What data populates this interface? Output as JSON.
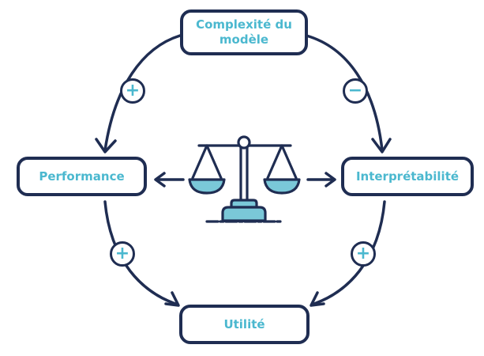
{
  "colors": {
    "stroke": "#1f2d52",
    "accent": "#4bb8cf",
    "fill": "#7ac8d8"
  },
  "nodes": {
    "complexity": "Complexité du modèle",
    "performance": "Performance",
    "interpretability": "Interprétabilité",
    "utility": "Utilité"
  },
  "badges": {
    "complexity_to_performance": "+",
    "complexity_to_interpretability": "−",
    "performance_to_utility": "+",
    "interpretability_to_utility": "+"
  },
  "center_icon": "balance-scale-icon"
}
